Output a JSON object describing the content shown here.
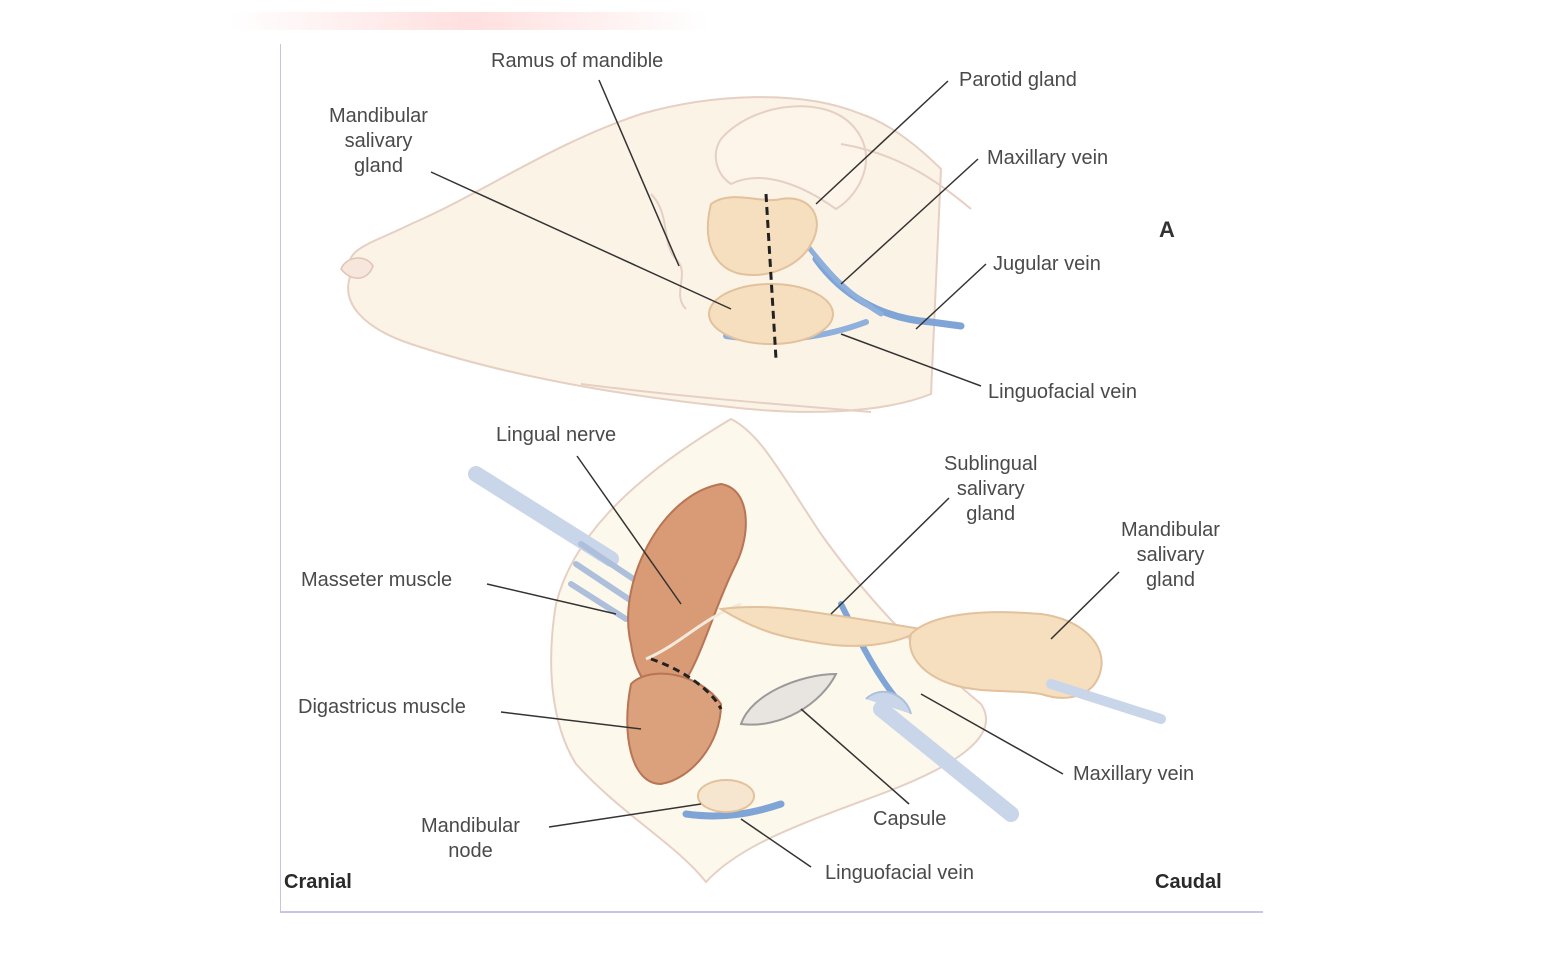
{
  "panel_label": "A",
  "labels": {
    "ramus_of_mandible": "Ramus of mandible",
    "mandibular_salivary_gland_top": "Mandibular\nsalivary\ngland",
    "parotid_gland": "Parotid gland",
    "maxillary_vein_top": "Maxillary vein",
    "jugular_vein": "Jugular vein",
    "linguofacial_vein_top": "Linguofacial vein",
    "lingual_nerve": "Lingual nerve",
    "sublingual_salivary_gland": "Sublingual\nsalivary\ngland",
    "mandibular_salivary_gland_bottom": "Mandibular\nsalivary\ngland",
    "masseter_muscle": "Masseter muscle",
    "digastricus_muscle": "Digastricus muscle",
    "maxillary_vein_bottom": "Maxillary vein",
    "capsule": "Capsule",
    "mandibular_node": "Mandibular\nnode",
    "linguofacial_vein_bottom": "Linguofacial vein"
  },
  "orientation": {
    "cranial": "Cranial",
    "caudal": "Caudal"
  },
  "colors": {
    "skin": "#fbf3e6",
    "outline": "#e6cfc3",
    "gland": "#f6dfbf",
    "muscle": "#d99a76",
    "vein": "#7fa4d6",
    "instrument": "#c9d6ea",
    "leader": "#333333"
  }
}
